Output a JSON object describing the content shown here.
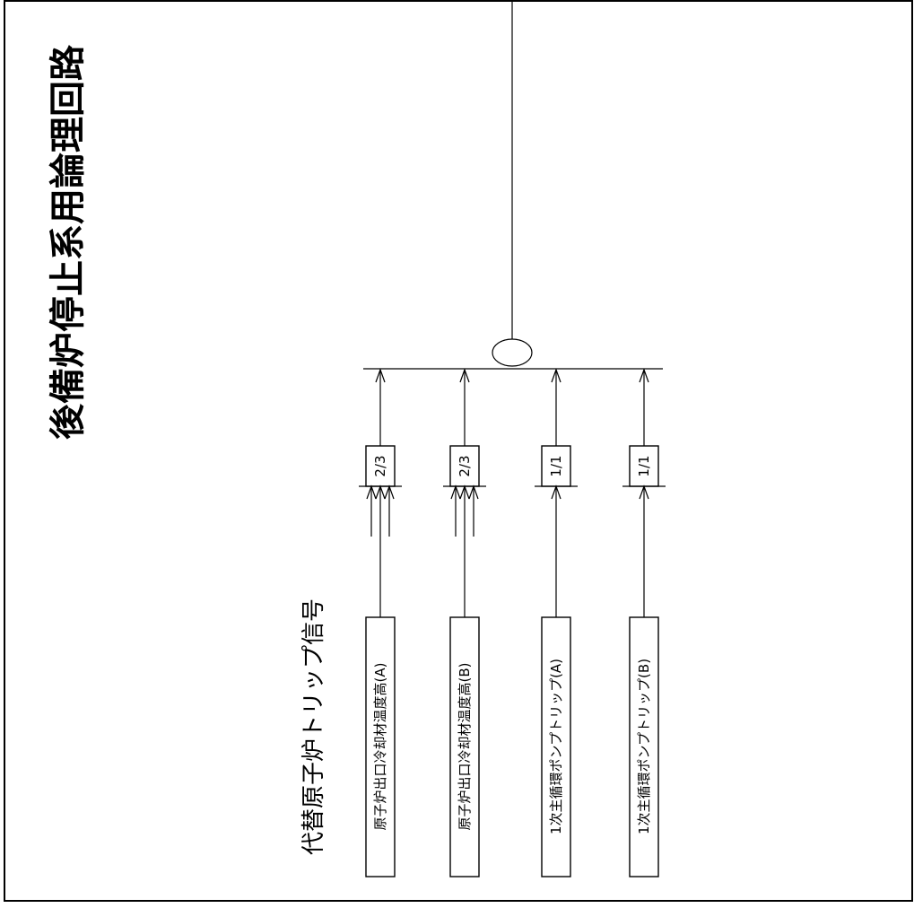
{
  "title": "後備炉停止系用論理回路",
  "group_label": "代替原子炉トリップ信号",
  "logic_gate": "OR",
  "channels": [
    {
      "signal": "原子炉出口冷却材温度高(A)",
      "logic": "2/3",
      "inputs": 3
    },
    {
      "signal": "原子炉出口冷却材温度高(B)",
      "logic": "2/3",
      "inputs": 3
    },
    {
      "signal": "1次主循環ポンプトリップ(A)",
      "logic": "1/1",
      "inputs": 1
    },
    {
      "signal": "1次主循環ポンプトリップ(B)",
      "logic": "1/1",
      "inputs": 1
    }
  ]
}
